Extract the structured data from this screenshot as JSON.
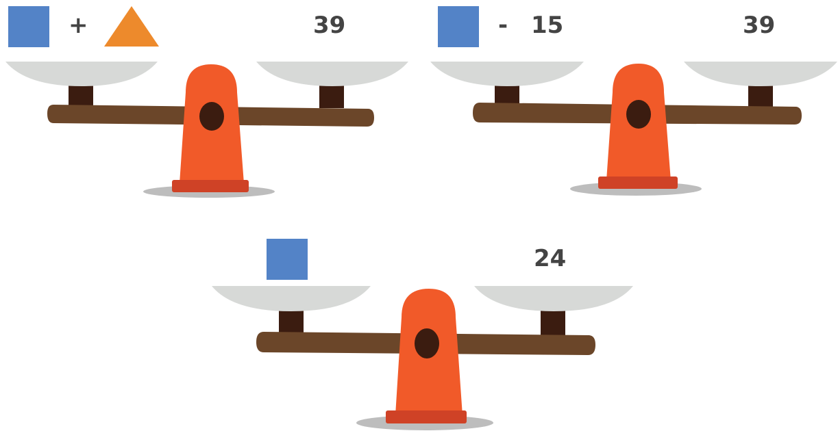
{
  "colors": {
    "square": "#5383c7",
    "triangle": "#ed8a2c",
    "text": "#444444",
    "pan": "#d7d9d7",
    "post": "#3b1c10",
    "beam": "#6b4629",
    "stand": "#f15a29",
    "stand_base": "#cf4226",
    "pivot": "#3b1c10",
    "shadow": "#bdbdbd"
  },
  "scales": [
    {
      "id": "scale-1",
      "left_pan": [
        "blue-square",
        "+",
        "orange-triangle"
      ],
      "right_pan": "39",
      "op": "+",
      "value": "39"
    },
    {
      "id": "scale-2",
      "left_pan": [
        "blue-square",
        "-",
        "15"
      ],
      "right_pan": "39",
      "op": "-",
      "num": "15",
      "value": "39"
    },
    {
      "id": "scale-3",
      "left_pan": [
        "blue-square"
      ],
      "right_pan": "24",
      "value": "24"
    }
  ]
}
